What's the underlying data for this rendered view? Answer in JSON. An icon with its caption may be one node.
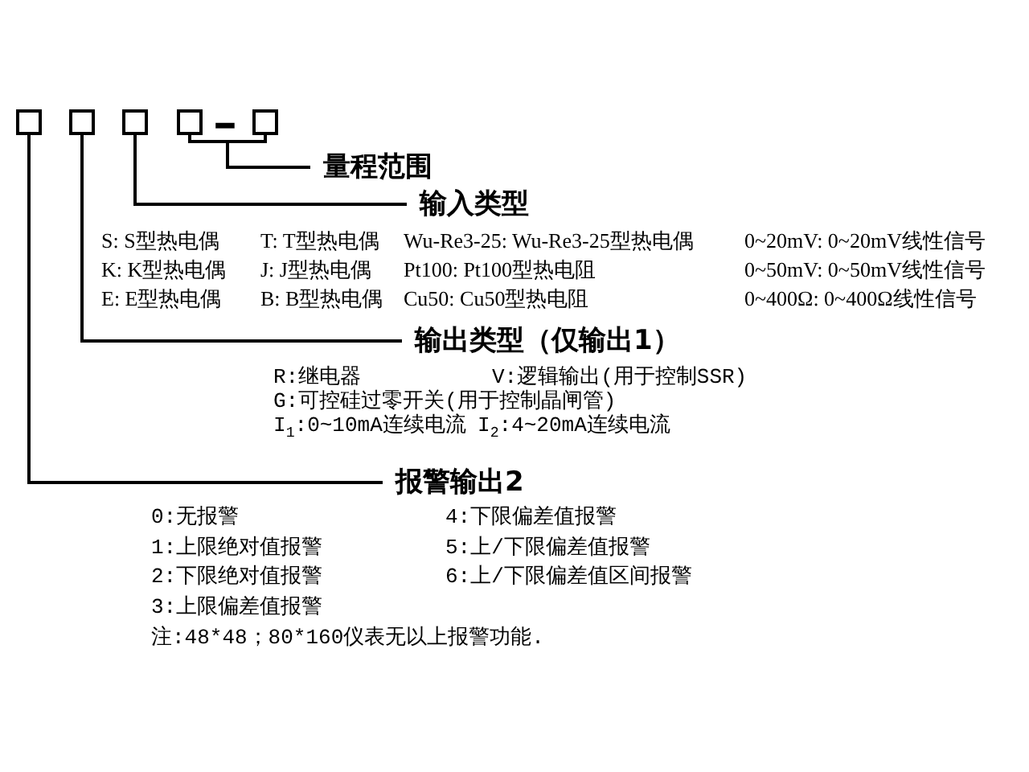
{
  "diagram": {
    "nodes": [
      {
        "text": [],
        "shape": "box"
      },
      {
        "text": [],
        "shape": "box"
      },
      {
        "text": [],
        "shape": "box"
      },
      {
        "text": [],
        "shape": "box"
      },
      {
        "text": [],
        "shape": "box"
      },
      {
        "text": [
          "量程范围"
        ]
      },
      {
        "text": [
          "输入类型"
        ]
      },
      {
        "text": [
          "输出类型（仅输出1）"
        ]
      },
      {
        "text": [
          "报警输出2"
        ]
      }
    ],
    "edges": [
      {
        "from": 3,
        "to": 5,
        "arrow": "none"
      },
      {
        "from": 4,
        "to": 5,
        "arrow": "none"
      },
      {
        "from": 2,
        "to": 6,
        "arrow": "none"
      },
      {
        "from": 1,
        "to": 7,
        "arrow": "none"
      },
      {
        "from": 0,
        "to": 8,
        "arrow": "none"
      }
    ],
    "labels": [
      "-",
      "S: S型热电偶",
      "T: T型热电偶",
      "Wu-Re3-25: Wu-Re3-25型热电偶",
      "0~20mV: 0~20mV线性信号",
      "K: K型热电偶",
      "J: J型热电偶",
      "Pt100: Pt100型热电阻",
      "0~50mV: 0~50mV线性信号",
      "E: E型热电偶",
      "B: B型热电偶",
      "Cu50: Cu50型热电阻",
      "0~400Ω: 0~400Ω线性信号",
      "R:继电器",
      "V:逻辑输出(用于控制SSR)",
      "G:可控硅过零开关(用于控制晶闸管)",
      "I$_{1}$:0~10mA连续电流",
      "I$_{2}$:4~20mA连续电流",
      "0:无报警",
      "4:下限偏差值报警",
      "1:上限绝对值报警",
      "5:上/下限偏差值报警",
      "2:下限绝对值报警",
      "6:上/下限偏差值区间报警",
      "3:上限偏差值报警",
      "注:48*48；80*160仪表无以上报警功能."
    ]
  }
}
